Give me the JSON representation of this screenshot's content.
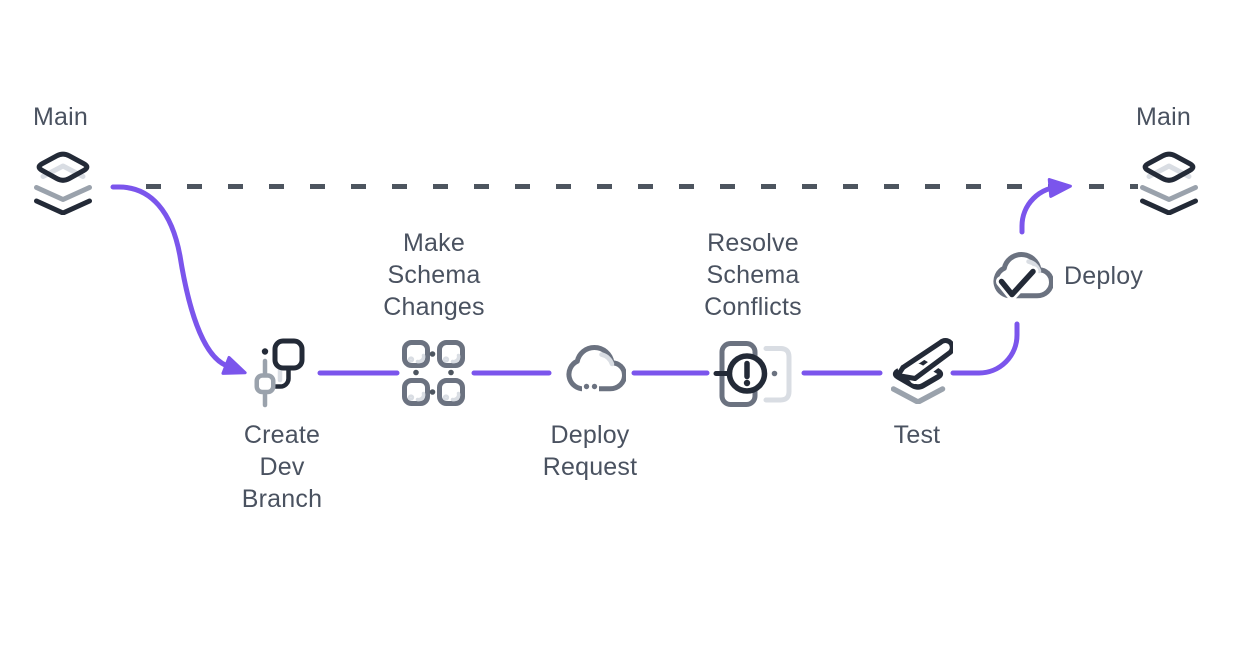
{
  "colors": {
    "accent": "#7B55EC",
    "main_line": "#4D555F",
    "text": "#4A5260",
    "icon_dark": "#232A37",
    "icon_gray": "#6B7280",
    "icon_light_gray": "#9AA2AC",
    "icon_highlight": "#D9DDE3"
  },
  "main_branch": {
    "left_label": "Main",
    "right_label": "Main"
  },
  "steps": [
    {
      "id": "create-dev-branch",
      "label": "Create\nDev\nBranch",
      "icon": "branch-icon"
    },
    {
      "id": "make-schema-changes",
      "label": "Make\nSchema\nChanges",
      "icon": "schema-grid-icon"
    },
    {
      "id": "deploy-request",
      "label": "Deploy\nRequest",
      "icon": "cloud-icon"
    },
    {
      "id": "resolve-schema-conflicts",
      "label": "Resolve\nSchema\nConflicts",
      "icon": "schema-conflict-icon"
    },
    {
      "id": "test",
      "label": "Test",
      "icon": "edit-layer-icon"
    },
    {
      "id": "deploy",
      "label": "Deploy",
      "icon": "cloud-check-icon"
    }
  ]
}
